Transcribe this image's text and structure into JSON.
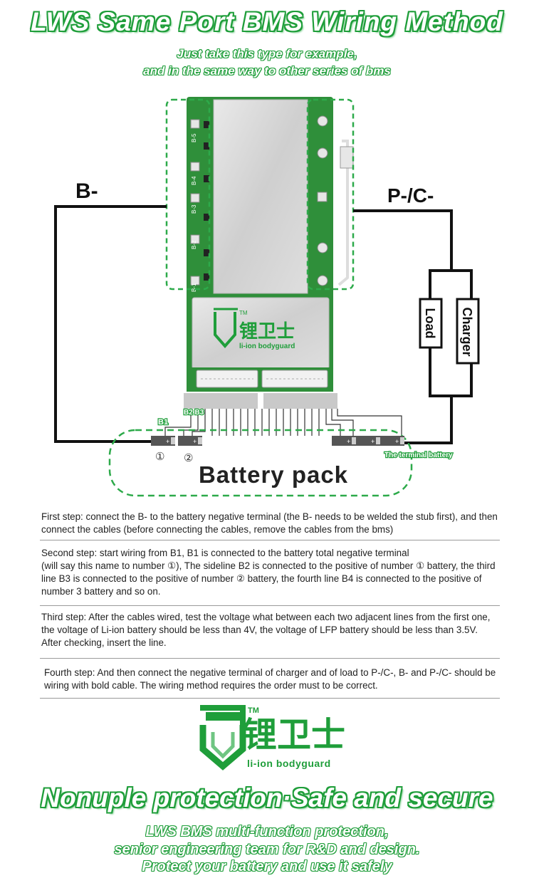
{
  "header": {
    "title": "LWS Same Port BMS Wiring Method",
    "subtitle_line1": "Just take this type for example,",
    "subtitle_line2": "and in the same way to other series of bms"
  },
  "diagram": {
    "b_minus_label": "B-",
    "p_c_label": "P-/C-",
    "load_label": "Load",
    "charger_label": "Charger",
    "board_logo_text": "锂卫士",
    "board_logo_sub": "li-ion bodyguard",
    "board_logo_tm": "TM",
    "cell_labels_left": [
      "B-5",
      "B-4",
      "B-3",
      "B-2",
      "B-1"
    ],
    "wire_label_b1": "B1",
    "wire_label_b2b3": "B2 B3",
    "cell_number_1": "①",
    "cell_number_2": "②",
    "terminal_battery_label": "The terminal battery",
    "battery_pack_label": "Battery pack"
  },
  "steps": {
    "step1": "First step: connect the B- to the battery negative terminal (the B- needs to be welded the stub first), and then connect the cables (before connecting the cables, remove the cables from the bms)",
    "step2_line1": "Second step: start wiring from B1, B1 is connected to the battery total negative terminal",
    "step2_line2": "(will say this name to number ①), The sideline B2 is connected to the positive of number ① battery, the third line B3 is connected to the positive of number ② battery, the fourth line B4 is connected to the positive of number 3 battery and so on.",
    "step3": "Third step: After the cables wired, test the voltage what between each two adjacent  lines from the first one, the voltage of Li-ion battery should be less than 4V, the voltage of LFP battery should be less than 3.5V. After checking, insert the line.",
    "step4": "Fourth step: And then connect the negative terminal of charger and  of load to P-/C-, B- and P-/C- should be wiring with bold cable. The wiring method requires the order must to be correct."
  },
  "logo": {
    "tm": "TM",
    "chinese": "锂卫士",
    "english": "li-ion bodyguard"
  },
  "footer": {
    "title": "Nonuple protection·Safe and secure",
    "line1": "LWS BMS multi-function protection,",
    "line2": "senior engineering team for R&D and design.",
    "line3": "Protect your battery and use it safely"
  },
  "colors": {
    "brand_green": "#1f9e3a",
    "pcb_green": "#2f8f3a",
    "dashed_green": "#2daa4a",
    "wire_black": "#111111"
  }
}
